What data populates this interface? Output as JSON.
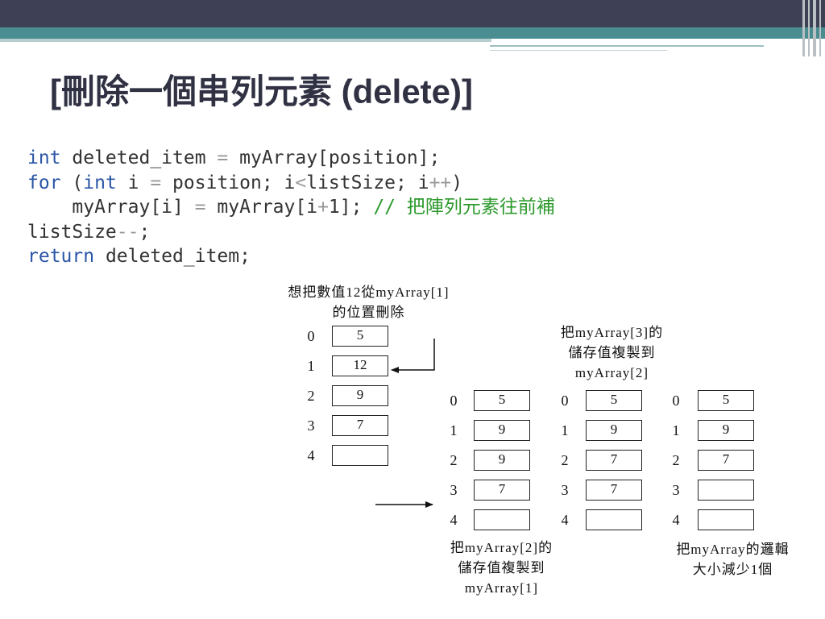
{
  "title": "[刪除一個串列元素 (delete)]",
  "code": {
    "line1": {
      "kw": "int",
      "rest1": " deleted_item ",
      "op": "=",
      "rest2": " myArray[position];"
    },
    "line2": {
      "kw1": "for",
      "p1": " (",
      "kw2": "int",
      "p2": " i ",
      "op1": "=",
      "p3": " position; i",
      "op2": "<",
      "p4": "listSize; i",
      "op3": "++",
      "p5": ")"
    },
    "line3": {
      "indent": "    ",
      "p1": "myArray[i] ",
      "op1": "=",
      "p2": " myArray[i",
      "op2": "+",
      "p3": "1]; ",
      "comment": "// 把陣列元素往前補"
    },
    "line4": {
      "p1": "listSize",
      "op": "--",
      "p2": ";"
    },
    "line5": {
      "kw": "return",
      "rest": " deleted_item;"
    }
  },
  "captions": {
    "c1": [
      "想把數值12從myArray[1]",
      "的位置刪除"
    ],
    "c2": [
      "把myArray[3]的",
      "儲存值複製到",
      "myArray[2]"
    ],
    "c3": [
      "把myArray[2]的",
      "儲存值複製到",
      "myArray[1]"
    ],
    "c4": [
      "把myArray的邏輯",
      "大小減少1個"
    ]
  },
  "arrays": {
    "a0": {
      "indices": [
        "0",
        "1",
        "2",
        "3",
        "4"
      ],
      "values": [
        "5",
        "12",
        "9",
        "7",
        ""
      ]
    },
    "a1": {
      "indices": [
        "0",
        "1",
        "2",
        "3",
        "4"
      ],
      "values": [
        "5",
        "9",
        "9",
        "7",
        ""
      ]
    },
    "a2": {
      "indices": [
        "0",
        "1",
        "2",
        "3",
        "4"
      ],
      "values": [
        "5",
        "9",
        "7",
        "7",
        ""
      ]
    },
    "a3": {
      "indices": [
        "0",
        "1",
        "2",
        "3",
        "4"
      ],
      "values": [
        "5",
        "9",
        "7",
        "",
        ""
      ]
    }
  }
}
